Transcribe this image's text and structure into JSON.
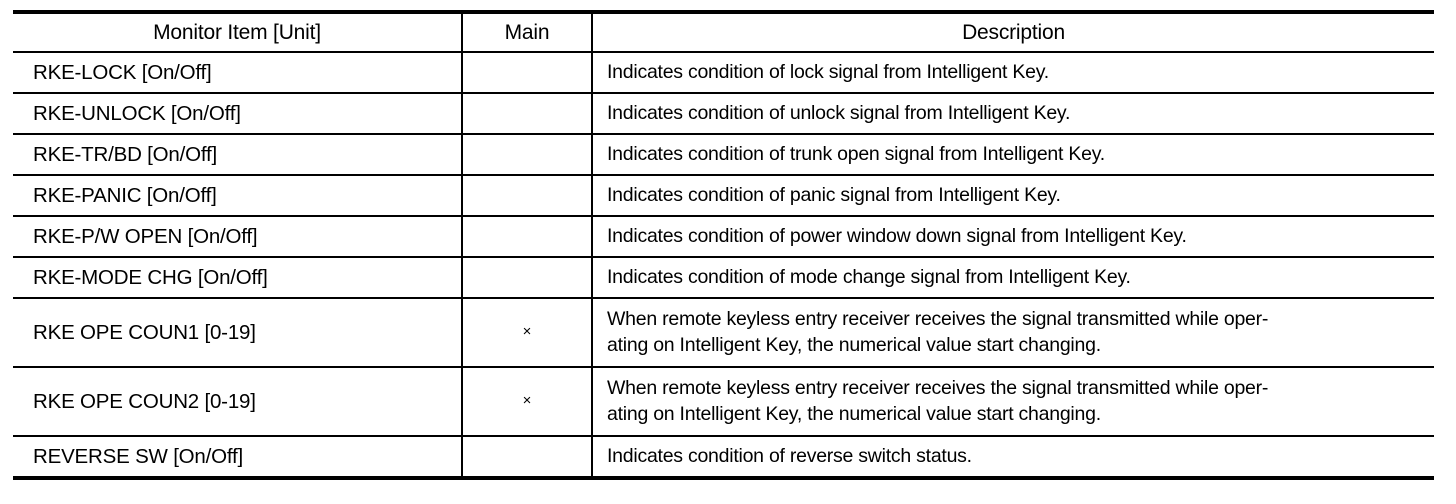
{
  "table": {
    "columns": [
      {
        "key": "item",
        "label": "Monitor Item [Unit]"
      },
      {
        "key": "main",
        "label": "Main"
      },
      {
        "key": "description",
        "label": "Description"
      }
    ],
    "rows": [
      {
        "item": "RKE-LOCK [On/Off]",
        "main": "",
        "description": "Indicates condition of lock signal from Intelligent Key.",
        "lines": 1
      },
      {
        "item": "RKE-UNLOCK [On/Off]",
        "main": "",
        "description": "Indicates condition of unlock signal from Intelligent Key.",
        "lines": 1
      },
      {
        "item": "RKE-TR/BD [On/Off]",
        "main": "",
        "description": "Indicates condition of trunk open signal from Intelligent Key.",
        "lines": 1
      },
      {
        "item": "RKE-PANIC [On/Off]",
        "main": "",
        "description": "Indicates condition of panic signal from Intelligent Key.",
        "lines": 1
      },
      {
        "item": "RKE-P/W OPEN [On/Off]",
        "main": "",
        "description": "Indicates condition of power window down signal from Intelligent Key.",
        "lines": 1
      },
      {
        "item": "RKE-MODE CHG [On/Off]",
        "main": "",
        "description": "Indicates condition of mode change signal from Intelligent Key.",
        "lines": 1
      },
      {
        "item": "RKE OPE COUN1 [0-19]",
        "main": "×",
        "description": "When remote keyless entry receiver receives the signal transmitted while operating on Intelligent Key, the numerical value start changing.",
        "description_line1": "When remote keyless entry receiver receives the signal transmitted while oper-",
        "description_line2": "ating on Intelligent Key, the numerical value start changing.",
        "lines": 2
      },
      {
        "item": "RKE OPE COUN2 [0-19]",
        "main": "×",
        "description": "When remote keyless entry receiver receives the signal transmitted while operating on Intelligent Key, the numerical value start changing.",
        "description_line1": "When remote keyless entry receiver receives the signal transmitted while oper-",
        "description_line2": "ating on Intelligent Key, the numerical value start changing.",
        "lines": 2
      },
      {
        "item": "REVERSE SW [On/Off]",
        "main": "",
        "description": "Indicates condition of reverse switch status.",
        "lines": 1
      }
    ]
  },
  "colors": {
    "rule": "#000000",
    "text": "#000000",
    "background": "#ffffff"
  }
}
